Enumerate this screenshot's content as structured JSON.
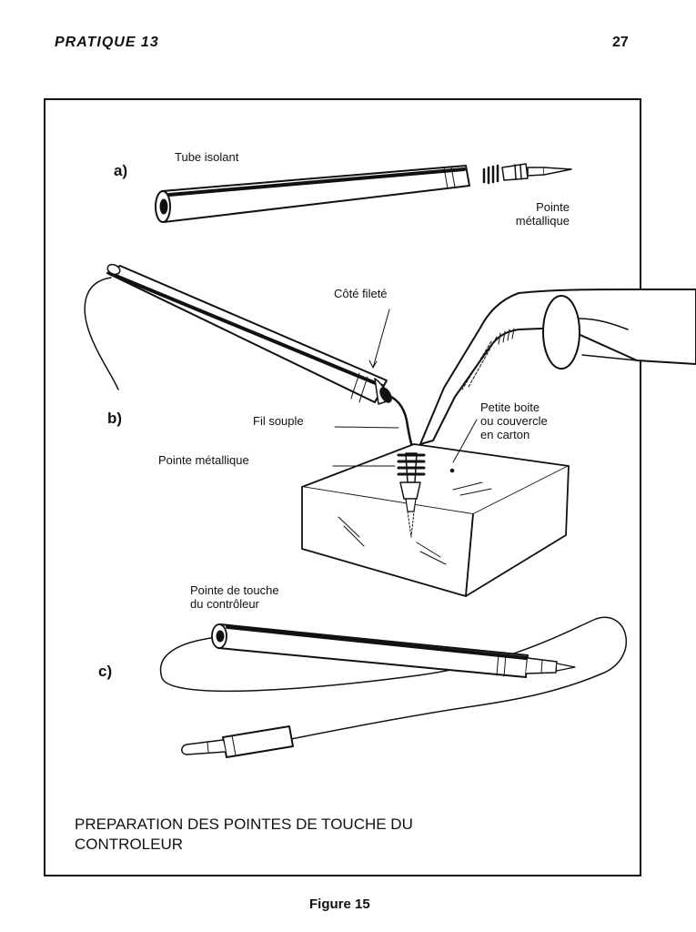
{
  "header": {
    "section": "PRATIQUE 13",
    "page_number": "27"
  },
  "figure": {
    "part_a": {
      "letter": "a)",
      "tube_label": "Tube isolant",
      "tip_label": "Pointe\nmétallique"
    },
    "part_b": {
      "letter": "b)",
      "threaded_side_label": "Côté fileté",
      "wire_label": "Fil souple",
      "tip_label": "Pointe métallique",
      "box_label": "Petite boite\nou couvercle\nen carton"
    },
    "part_c": {
      "letter": "c)",
      "probe_label": "Pointe de touche\ndu contrôleur"
    },
    "caption": "PREPARATION DES POINTES DE TOUCHE DU\nCONTROLEUR"
  },
  "footer": {
    "figure_number": "Figure 15"
  }
}
